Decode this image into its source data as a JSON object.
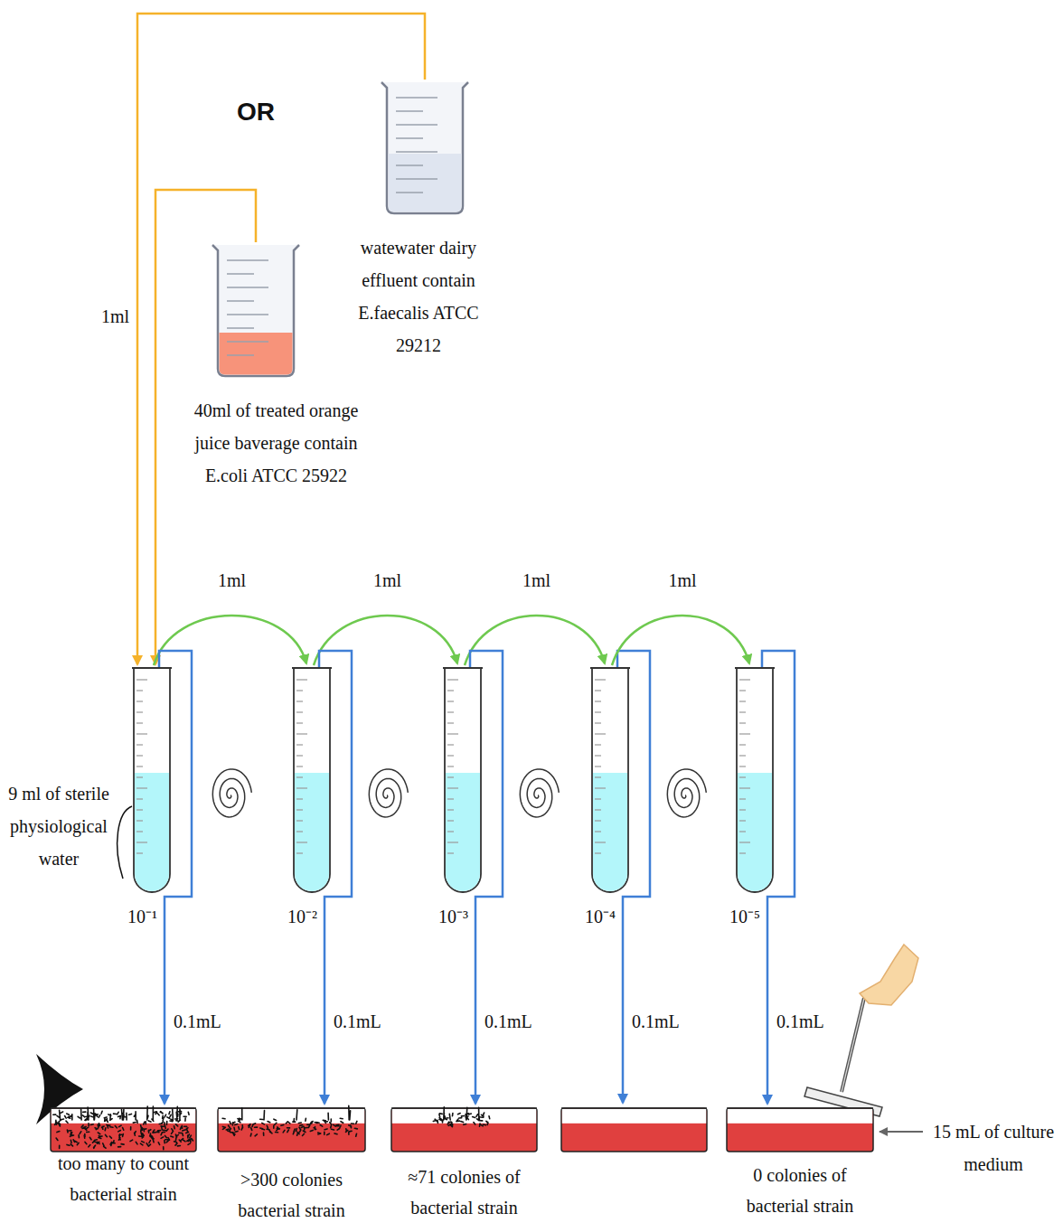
{
  "diagram": {
    "nodes": [
      {
        "text": [
          "watewater dairy effluent contain E.faecalis ATCC 29212"
        ]
      },
      {
        "text": [
          "40ml of treated orange juice baverage contain E.coli ATCC 25922"
        ]
      },
      {
        "text": [
          "10⁻¹"
        ]
      },
      {
        "text": [
          "10⁻²"
        ]
      },
      {
        "text": [
          "10⁻³"
        ]
      },
      {
        "text": [
          "10⁻⁴"
        ]
      },
      {
        "text": [
          "10⁻⁵"
        ]
      },
      {
        "text": [
          "too many to count bacterial strain"
        ]
      },
      {
        "text": [
          ">300 colonies bacterial strain"
        ]
      },
      {
        "text": [
          "≈71 colonies of bacterial strain"
        ]
      },
      {
        "text": [
          "0 colonies of bacterial strain"
        ]
      }
    ],
    "edges": [
      {
        "from": 0,
        "to": 2,
        "arrow": "to",
        "label": "1ml"
      },
      {
        "from": 1,
        "to": 2,
        "arrow": "to"
      },
      {
        "from": 2,
        "to": 3,
        "arrow": "to",
        "label": "1ml"
      },
      {
        "from": 3,
        "to": 4,
        "arrow": "to",
        "label": "1ml"
      },
      {
        "from": 4,
        "to": 5,
        "arrow": "to",
        "label": "1ml"
      },
      {
        "from": 5,
        "to": 6,
        "arrow": "to",
        "label": "1ml"
      },
      {
        "from": 2,
        "to": 7,
        "arrow": "to",
        "label": "0.1mL"
      },
      {
        "from": 3,
        "to": 8,
        "arrow": "to",
        "label": "0.1mL"
      },
      {
        "from": 4,
        "to": 9,
        "arrow": "to",
        "label": "0.1mL"
      },
      {
        "from": 6,
        "to": 10,
        "arrow": "to",
        "label": "0.1mL"
      }
    ],
    "labels": [
      "OR",
      "9 ml of sterile physiological water",
      "0.1mL",
      "15 mL of culture medium"
    ]
  }
}
